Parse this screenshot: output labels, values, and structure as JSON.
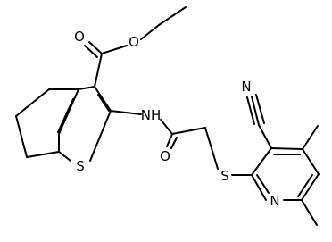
{
  "atoms": {
    "ester_carbonyl_o": "O",
    "ester_ether_o": "O",
    "thiophene_s": "S",
    "amide_nh": "NH",
    "amide_o": "O",
    "thioether_s": "S",
    "nitrile_n": "N",
    "pyridine_n": "N"
  },
  "colors": {
    "ink": "#000000",
    "background": "#ffffff"
  }
}
